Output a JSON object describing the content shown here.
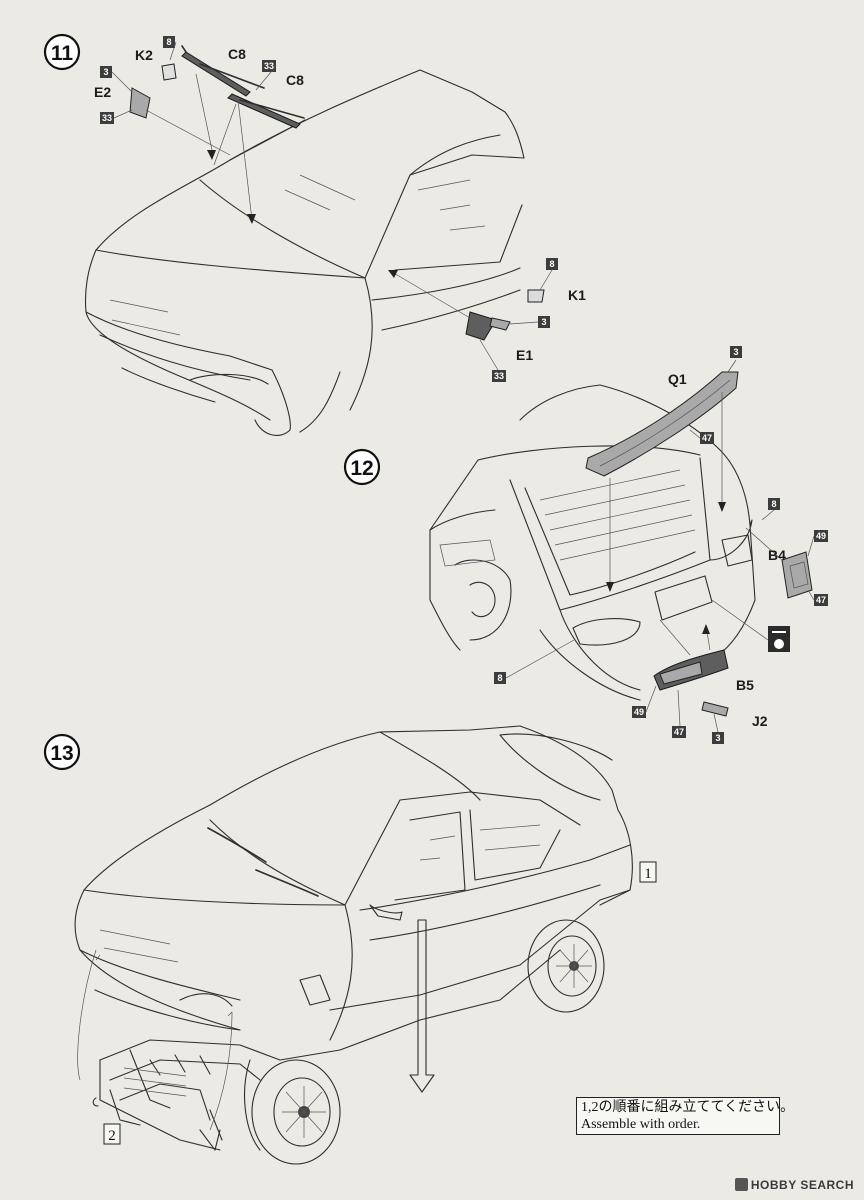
{
  "steps": {
    "s11": "11",
    "s12": "12",
    "s13": "13"
  },
  "parts": {
    "k2": "K2",
    "c8_a": "C8",
    "c8_b": "C8",
    "e2": "E2",
    "k1": "K1",
    "e1": "E1",
    "q1": "Q1",
    "b4": "B4",
    "b5": "B5",
    "j2": "J2"
  },
  "paint_codes": {
    "k2_top": "8",
    "c8_a": "33",
    "e2_top": "3",
    "e2_bottom": "33",
    "k1": "8",
    "e1_right": "3",
    "e1_bottom": "33",
    "q1_top": "3",
    "q1_right": "47",
    "b4_top": "8",
    "b4_right_top": "49",
    "b4_right_bottom": "47",
    "rear_left": "8",
    "b5_left": "49",
    "b5_bottom": "47",
    "j2": "3"
  },
  "sub_assemblies": {
    "body": "1",
    "chassis": "2"
  },
  "note": {
    "jp": "1,2の順番に組み立ててください。",
    "en": "Assemble with order."
  },
  "watermark": "HOBBY SEARCH",
  "colors": {
    "paper": "#ebeae5",
    "ink": "#2e2e2e",
    "code_box": "#3c3c3c"
  }
}
